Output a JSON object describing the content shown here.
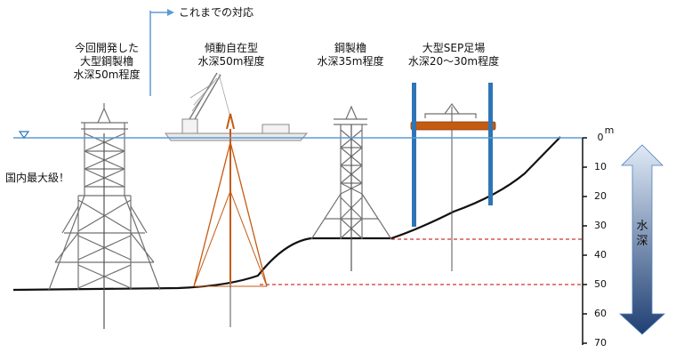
{
  "header": {
    "past_work": "これまでの対応"
  },
  "structures": {
    "new_tower": [
      "今回開発した",
      "大型鋼製櫓",
      "水深50m程度"
    ],
    "inclined_platform": [
      "傾動自在型",
      "水深50m程度"
    ],
    "steel_tower": [
      "鋼製櫓",
      "水深35m程度"
    ],
    "sep_platform": [
      "大型SEP足場",
      "水深20～30m程度"
    ]
  },
  "callout": "国内最大級！",
  "depth_axis": {
    "unit": "m",
    "ticks": [
      "0",
      "10",
      "20",
      "30",
      "40",
      "50",
      "60",
      "70"
    ],
    "label_chars": [
      "水",
      "深"
    ]
  },
  "colors": {
    "sea_line": "#5b9bd5",
    "sep_legs": "#2e75b6",
    "sep_deck": "#c55a11",
    "inclined_frame": "#c55a11",
    "depth_marker": "#c00000",
    "arrow_top": "#dfeaf6",
    "arrow_bottom": "#1f3f73"
  }
}
